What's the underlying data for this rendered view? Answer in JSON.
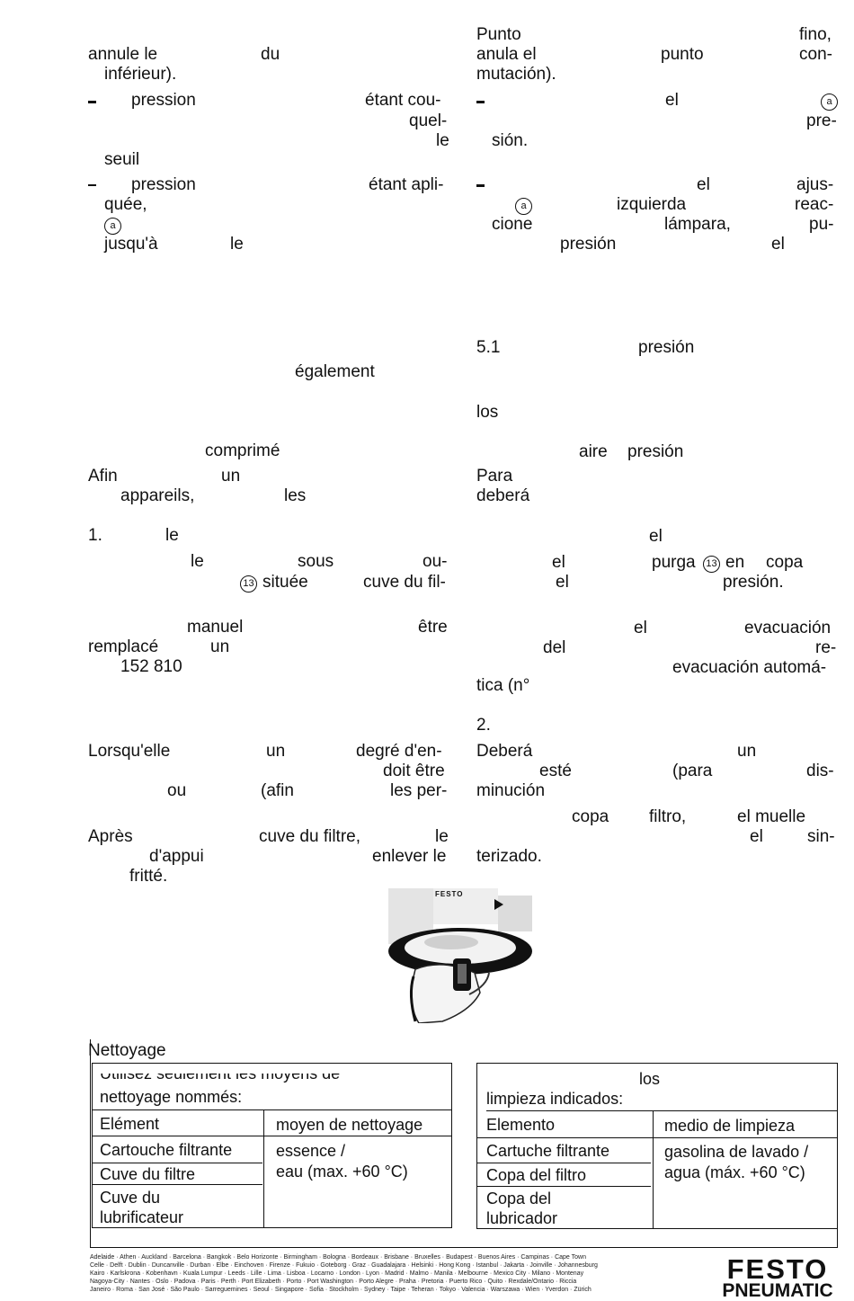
{
  "fr": {
    "l1": "annule le",
    "l1b": "du",
    "l2": "inférieur).",
    "b1a": "pression",
    "b1b": "étant cou-",
    "b1c": "quel-",
    "b1d": "le",
    "b1e": "seuil",
    "b2a": "pression",
    "b2b": "étant apli-",
    "b2c": "quée,",
    "b2d": "a",
    "b2e": "jusqu'à",
    "b2f": "le",
    "p1": "également",
    "p2": "comprimé",
    "p3a": "Afin",
    "p3b": "un",
    "p3c": "appareils,",
    "p3d": "les",
    "n1": "1.",
    "n1b": "le",
    "n1c": "le",
    "n1d": "sous",
    "n1e": "ou-",
    "n1f": "13",
    "n1g": "située",
    "n1h": "cuve du fil-",
    "m1": "manuel",
    "m2": "être",
    "m3": "remplacé",
    "m4": "un",
    "m5": "152 810",
    "q1": "Lorsqu'elle",
    "q2": "un",
    "q3": "degré d'en-",
    "q4": "doit être",
    "q5": "ou",
    "q6": "(afin",
    "q7": "les per-",
    "r1": "Après",
    "r2": "cuve du filtre,",
    "r3": "le",
    "r4": "d'appui",
    "r5": "enlever le",
    "r6": "fritté."
  },
  "es": {
    "a1": "Punto",
    "a2": "fino,",
    "a3": "anula el",
    "a4": "punto",
    "a5": "con-",
    "a6": "mutación).",
    "b1": "el",
    "b2": "a",
    "b3": "pre-",
    "b4": "sión.",
    "c1": "el",
    "c2": "ajus-",
    "c3": "a",
    "c4": "izquierda",
    "c5": "reac-",
    "c6": "cione",
    "c7": "lámpara,",
    "c8": "pu-",
    "c9": "presión",
    "c10": "el",
    "d1": "5.1",
    "d2": "presión",
    "e1": "los",
    "f1": "aire",
    "f2": "presión",
    "g1": "Para",
    "g2": "deberá",
    "h1": "el",
    "h2": "el",
    "h3": "purga",
    "h4": "13",
    "h5": "en",
    "h6": "copa",
    "h7": "el",
    "h8": "presión.",
    "i1": "el",
    "i2": "evacuación",
    "i3": "del",
    "i4": "re-",
    "i5": "evacuación automá-",
    "i6": "tica (n°",
    "j1": "2.",
    "k1": "Deberá",
    "k2": "un",
    "k3": "esté",
    "k4": "(para",
    "k5": "dis-",
    "k6": "minución",
    "l1": "copa",
    "l2": "filtro,",
    "l3": "el muelle",
    "l4": "el",
    "l5": "sin-",
    "l6": "terizado."
  },
  "photo": {
    "brand_label": "FESTO"
  },
  "cleaning": {
    "title": "Nettoyage",
    "fr": {
      "intro1": "Utilisez seulement les moyens de",
      "intro2": "nettoyage nommés:",
      "col1": "Elément",
      "col2": "moyen de nettoyage",
      "r1": "Cartouche filtrante",
      "r2": "Cuve du filtre",
      "r3a": "Cuve du",
      "r3b": "lubrificateur",
      "m1": "essence /",
      "m2": "eau (max. +60 °C)"
    },
    "es": {
      "intro1": "los",
      "intro2": "limpieza indicados:",
      "col1": "Elemento",
      "col2": "medio de limpieza",
      "r1": "Cartuche filtrante",
      "r2": "Copa del filtro",
      "r3a": "Copa del",
      "r3b": "lubricador",
      "m1": "gasolina de lavado /",
      "m2": "agua (máx. +60 °C)"
    }
  },
  "footer": {
    "cities": [
      "Adelaide · Athen · Auckland · Barcelona · Bangkok · Belo Horizonte · Birmingham · Bologna · Bordeaux · Brisbane · Bruxelles · Budapest · Buenos Aires · Campinas · Cape Town",
      "Celle · Delft · Dublin · Duncanville · Durban · Elbe · Einchoven · Firenze · Fukuio · Goteborg · Graz · Guadalajara · Helsinki · Hong Kong · Istanbul · Jakarta · Joinville · Johannesburg",
      "Kairo · Karlskrona · Kobenhavn · Kuala Lumpur · Leeds · Lille · Lima · Lisboa · Locarno · London · Lyon · Madrid · Malmo · Manila · Melbourne · Mexico City · Milano · Montenay",
      "Nagoya-City · Nantes · Oslo · Padova · Paris · Perth · Port Elizabeth · Porto · Port Washington · Porto Alegre · Praha · Pretoria · Puerto Rico · Quito · Rexdale/Ontario · Riccia",
      "Janeiro · Roma · San José · São Paulo · Sarreguemines · Seoul · Singapore · Sofia · Stockholm · Sydney · Taipe · Teheran · Tokyo · Valencia · Warszawa · Wien · Yverdon · Zürich"
    ],
    "logo_top": "FESTO",
    "logo_bottom": "PNEUMATIC"
  }
}
